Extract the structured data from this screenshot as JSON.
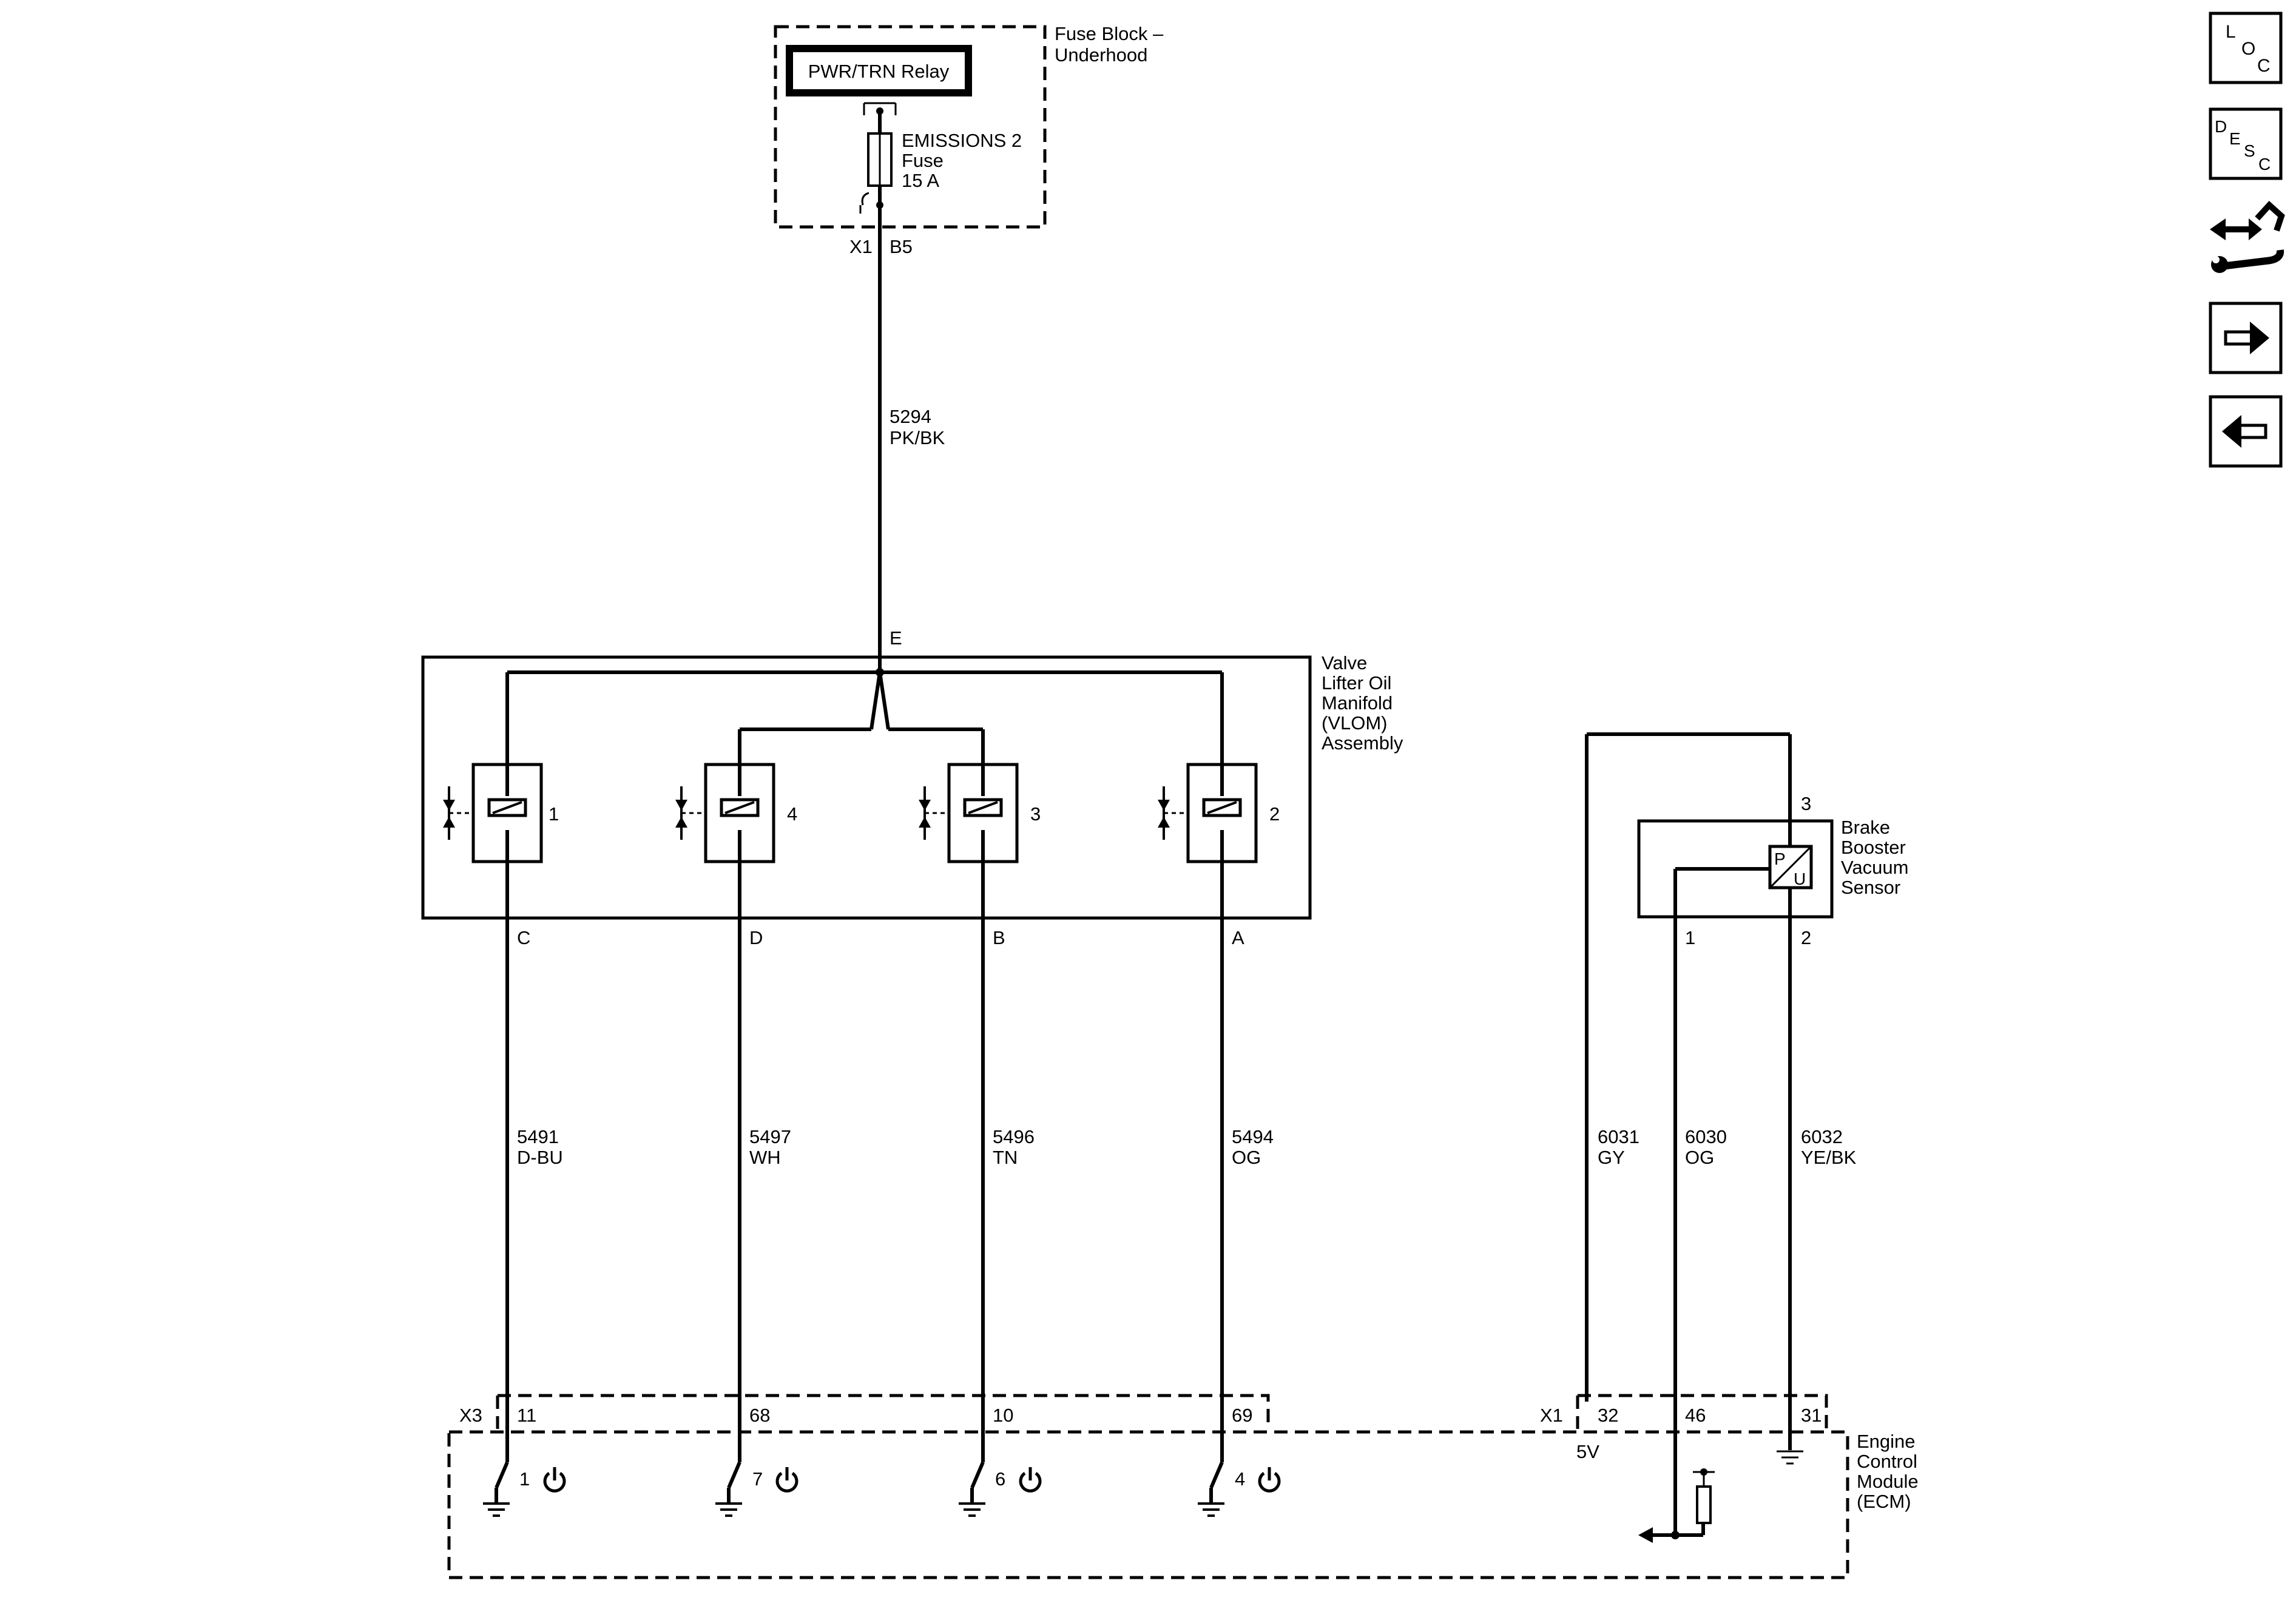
{
  "fuse_block": {
    "name_line1": "Fuse Block –",
    "name_line2": "Underhood",
    "relay": "PWR/TRN Relay",
    "fuse_line1": "EMISSIONS 2",
    "fuse_line2": "Fuse",
    "fuse_line3": "15 A",
    "connector": "X1",
    "pin": "B5"
  },
  "supply_wire": {
    "circuit": "5294",
    "color": "PK/BK"
  },
  "vlom": {
    "name_lines": [
      "Valve",
      "Lifter Oil",
      "Manifold",
      "(VLOM)",
      "Assembly"
    ],
    "input_pin": "E",
    "solenoids": [
      {
        "number": "1",
        "pin": "C",
        "circuit": "5491",
        "color": "D-BU",
        "ecm_pin": "11",
        "driver": "1"
      },
      {
        "number": "4",
        "pin": "D",
        "circuit": "5497",
        "color": "WH",
        "ecm_pin": "68",
        "driver": "7"
      },
      {
        "number": "3",
        "pin": "B",
        "circuit": "5496",
        "color": "TN",
        "ecm_pin": "10",
        "driver": "6"
      },
      {
        "number": "2",
        "pin": "A",
        "circuit": "5494",
        "color": "OG",
        "ecm_pin": "69",
        "driver": "4"
      }
    ]
  },
  "brake_sensor": {
    "name_lines": [
      "Brake",
      "Booster",
      "Vacuum",
      "Sensor"
    ],
    "symbol_p": "P",
    "symbol_u": "U",
    "pins": {
      "ref": "3",
      "signal": "1",
      "low": "2"
    },
    "wires": [
      {
        "circuit": "6031",
        "color": "GY",
        "ecm_pin": "32"
      },
      {
        "circuit": "6030",
        "color": "OG",
        "ecm_pin": "46"
      },
      {
        "circuit": "6032",
        "color": "YE/BK",
        "ecm_pin": "31"
      }
    ]
  },
  "ecm": {
    "name_lines": [
      "Engine",
      "Control",
      "Module",
      "(ECM)"
    ],
    "connector_x3": "X3",
    "connector_x1": "X1",
    "ref_voltage": "5V"
  },
  "nav": {
    "loc": [
      "L",
      "O",
      "C"
    ],
    "desc": [
      "D",
      "E",
      "S",
      "C"
    ],
    "icons": [
      "loc-icon",
      "desc-icon",
      "wrench-connector-icon",
      "arrow-right-icon",
      "arrow-left-icon"
    ]
  }
}
